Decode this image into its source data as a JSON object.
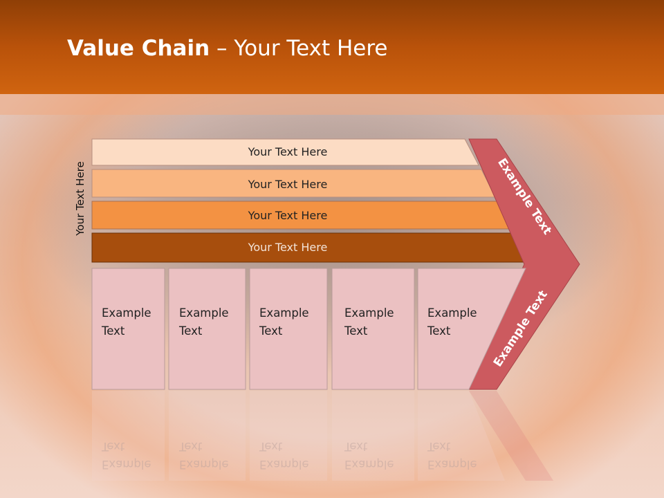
{
  "title": {
    "bold": "Value Chain",
    "rest": " – Your Text Here"
  },
  "side_label": "Your Text Here",
  "bars": [
    {
      "label": "Your Text Here",
      "color": "#fcdcc4"
    },
    {
      "label": "Your Text Here",
      "color": "#f9b580"
    },
    {
      "label": "Your Text Here",
      "color": "#f39243"
    },
    {
      "label": "Your Text Here",
      "color": "#a74e0d"
    }
  ],
  "arrow": {
    "upper_label": "Example Text",
    "lower_label": "Example Text",
    "color": "#cc5a5f"
  },
  "columns": [
    {
      "label": "Example\nText"
    },
    {
      "label": "Example\nText"
    },
    {
      "label": "Example\nText"
    },
    {
      "label": "Example\nText"
    },
    {
      "label": "Example\nText"
    }
  ],
  "colors": {
    "header": "#b9520a",
    "column_fill": "#ebc1c2"
  }
}
